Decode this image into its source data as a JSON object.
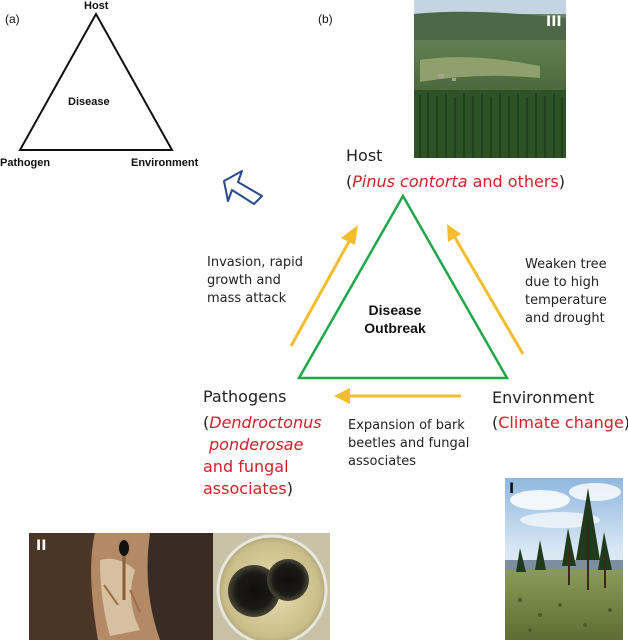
{
  "panel_a": {
    "label": "(a)",
    "host": "Host",
    "pathogen": "Pathogen",
    "environment": "Environment",
    "center": "Disease"
  },
  "panel_b": {
    "label": "(b)",
    "host": {
      "title": "Host",
      "paren_open": "(",
      "species": "Pinus contorta",
      "rest": " and others",
      "paren_close": ")"
    },
    "environment": {
      "title": "Environment",
      "paren_open": "(",
      "detail": "Climate change",
      "paren_close": ")"
    },
    "pathogens": {
      "title": "Pathogens",
      "paren_open": "(",
      "line1": "Dendroctonus",
      "line2": "ponderosae",
      "line3": "and fungal",
      "line4": "associates",
      "paren_close": ")"
    },
    "center_line1": "Disease",
    "center_line2": "Outbreak",
    "left_note": [
      "Invasion, rapid",
      "growth and",
      "mass attack"
    ],
    "right_note": [
      "Weaken tree",
      "due to high",
      "temperature",
      "and drought"
    ],
    "bottom_note": [
      "Expansion of bark",
      "beetles and fungal",
      "associates"
    ]
  },
  "photos": {
    "forest_tag": "III",
    "stand_tag": "I",
    "beetle_tag": "II"
  },
  "colors": {
    "triangle_green": "#1fa64a",
    "arrow_yellow": "#f2bd2e",
    "red_text": "#d0202a",
    "hollow_arrow": "#2b4a8a"
  }
}
